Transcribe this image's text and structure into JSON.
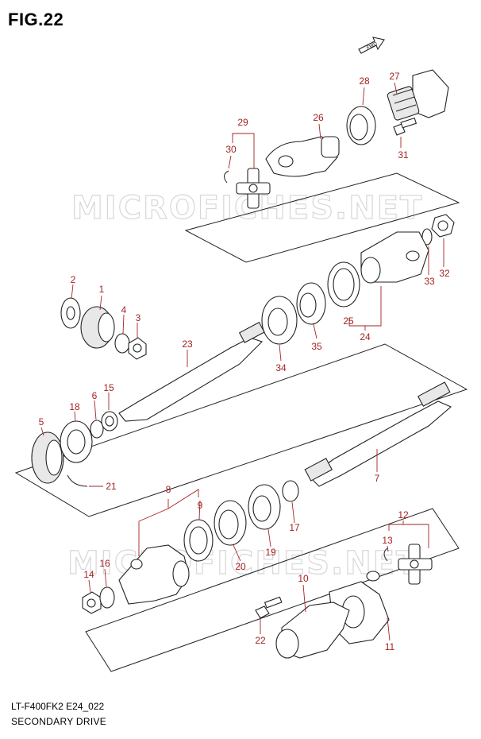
{
  "figure": {
    "title": "FIG.22",
    "fwd_label": "FWD"
  },
  "footer": {
    "code": "LT-F400FK2 E24_022",
    "name": "SECONDARY DRIVE"
  },
  "watermark": "MICROFICHES.NET",
  "colors": {
    "callout": "#a42323",
    "line": "#222222",
    "watermark": "#d7d7d7"
  },
  "callouts": [
    "1",
    "2",
    "3",
    "4",
    "5",
    "6",
    "7",
    "8",
    "9",
    "10",
    "11",
    "12",
    "13",
    "14",
    "15",
    "16",
    "17",
    "18",
    "19",
    "20",
    "21",
    "22",
    "23",
    "24",
    "25",
    "26",
    "27",
    "28",
    "29",
    "30",
    "31",
    "32",
    "33",
    "34",
    "35"
  ]
}
